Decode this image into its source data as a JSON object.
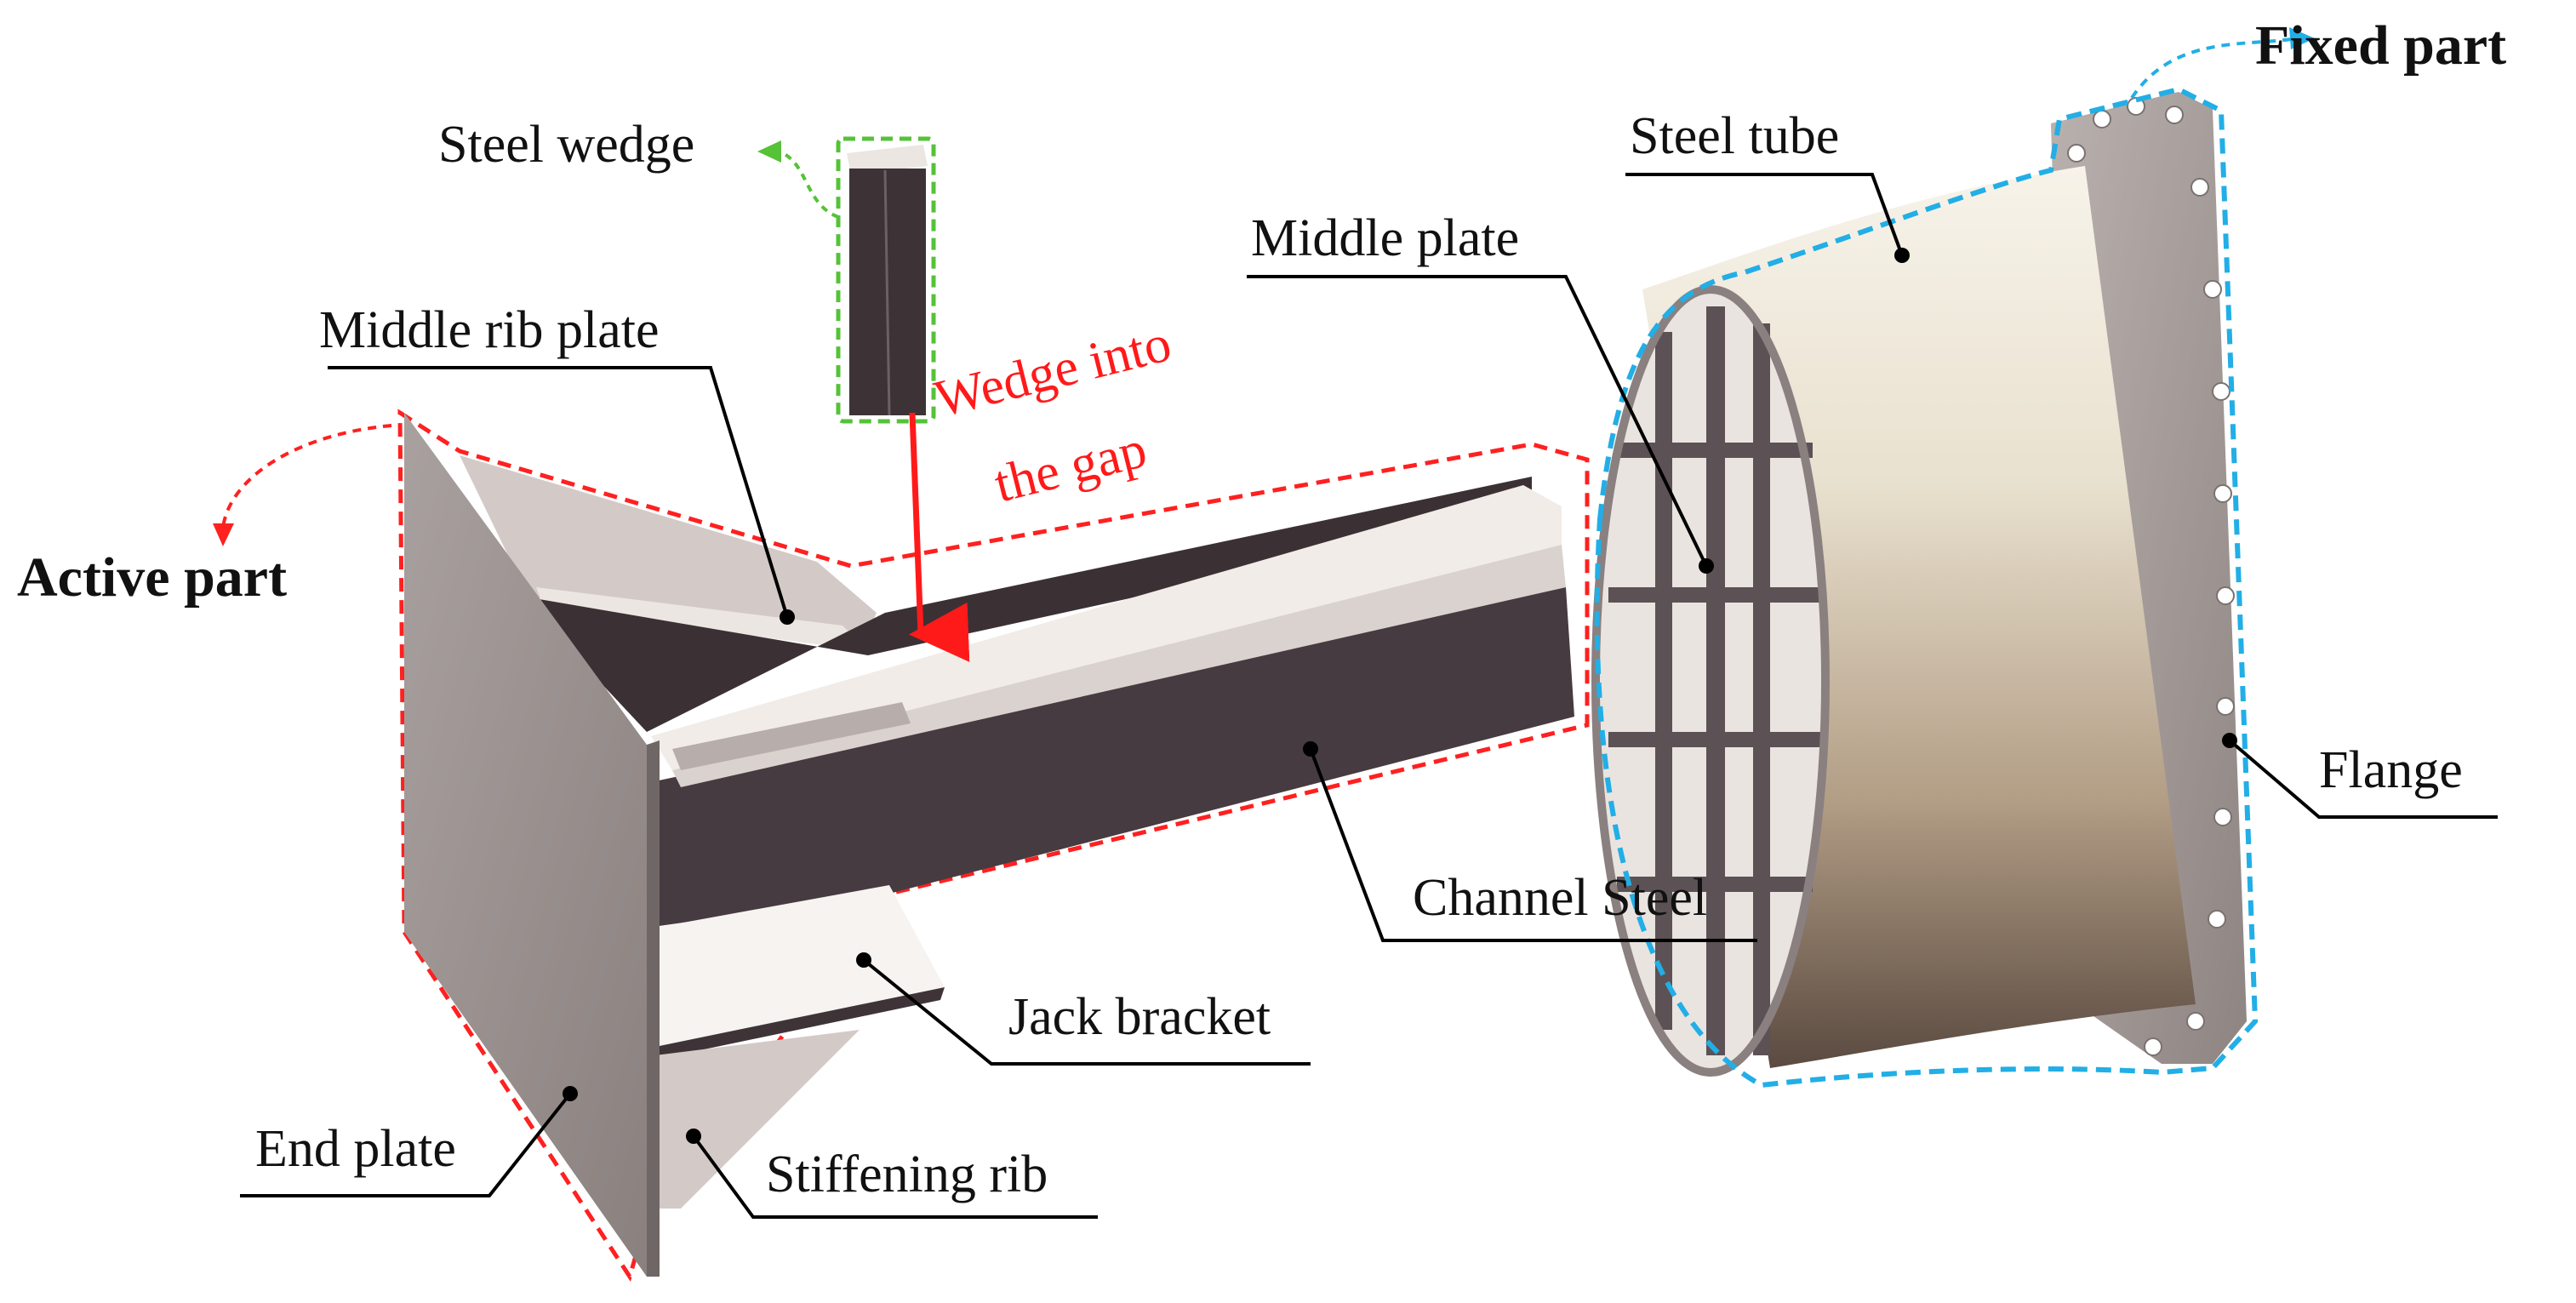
{
  "labels": {
    "steel_wedge": "Steel wedge",
    "middle_rib_plate": "Middle rib plate",
    "active_part": "Active part",
    "wedge_into_line1": "Wedge into",
    "wedge_into_line2": "the gap",
    "steel_tube": "Steel tube",
    "middle_plate": "Middle plate",
    "fixed_part": "Fixed part",
    "flange": "Flange",
    "channel_steel": "Channel Steel",
    "jack_bracket": "Jack bracket",
    "end_plate": "End plate",
    "stiffening_rib": "Stiffening rib"
  },
  "colors": {
    "active_outline": "#ff2020",
    "fixed_outline": "#22aee6",
    "wedge_outline": "#55c238",
    "wedge_arrow": "#ff1a1a",
    "dark_steel": "#463b40",
    "plate_grey": "#9a918f",
    "tube_light": "#efe7d8"
  }
}
